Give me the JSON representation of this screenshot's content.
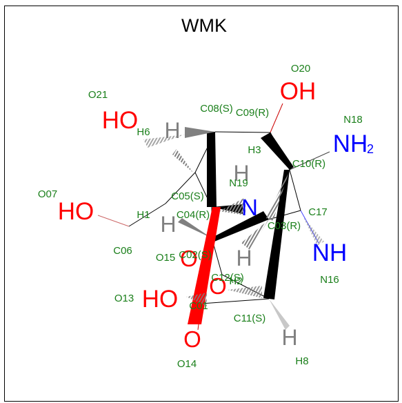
{
  "title": "WMK",
  "colors": {
    "carbon_label": "#1a7f1a",
    "oxygen": "#ff0000",
    "nitrogen": "#0000ff",
    "hydrogen": "#808080",
    "bond": "#000000"
  },
  "atoms": {
    "O20": {
      "symbol": "OH",
      "label": "O20"
    },
    "O21": {
      "symbol": "HO",
      "label": "O21"
    },
    "O07": {
      "symbol": "HO",
      "label": "O07"
    },
    "N18": {
      "symbol": "NH",
      "sub": "2",
      "label": "N18"
    },
    "N19": {
      "symbol": "N",
      "label": "N19"
    },
    "N16": {
      "symbol": "NH",
      "label": "N16"
    },
    "O13": {
      "symbol": "HO",
      "label": "O13"
    },
    "O15": {
      "symbol": "O",
      "label": "O15"
    },
    "O14": {
      "symbol": "O",
      "label": "O14"
    },
    "O12": {
      "symbol": "O"
    },
    "H6": {
      "symbol": "H",
      "label": "H6"
    },
    "H1": {
      "symbol": "H",
      "label": "H1"
    },
    "H3": {
      "symbol": "H",
      "label": "H3"
    },
    "H_n19": {
      "symbol": "H"
    },
    "H2": {
      "symbol": "H",
      "label": "H2"
    },
    "H8": {
      "symbol": "H",
      "label": "H8"
    }
  },
  "carbon_labels": {
    "C08": "C08(S)",
    "C09": "C09(R)",
    "C10": "C10(R)",
    "C05": "C05(S)",
    "C04": "C04(R)",
    "C17": "C17",
    "C03": "C03(R)",
    "C06": "C06",
    "C02": "C02(S)",
    "C12": "C12(S)",
    "C01": "C01",
    "C11": "C11(S)"
  }
}
